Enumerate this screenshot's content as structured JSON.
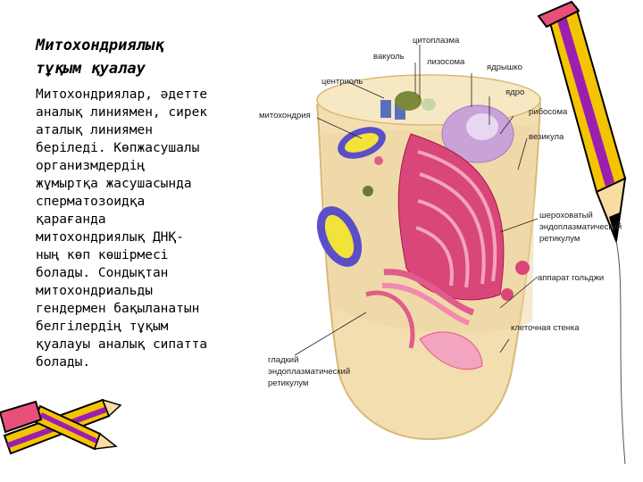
{
  "slide": {
    "title_line1": "Митохондриялық",
    "title_line2": "тұқым қуалау",
    "body_lines": [
      "Митохондриялар, әдетте",
      "аналық линиямен, сирек",
      "аталық линиямен",
      "беріледі. Көпжасушалы",
      "организмдердің",
      "жұмыртқа жасушасында",
      "сперматозоидқа",
      "қарағанда",
      "митохондриялық ДНҚ-",
      "ның көп көшірмесі",
      "болады. Сондықтан",
      "митохондриальды",
      "гендермен бақыланатын",
      "белгілердің тұқым",
      "қуалауы аналық сипатта",
      "болады."
    ]
  },
  "diagram": {
    "labels": {
      "cytoplasm": "цитоплазма",
      "vacuole": "вакуоль",
      "lysosome": "лизосома",
      "nucleolus": "ядрышко",
      "centriole": "центриоль",
      "nucleus": "ядро",
      "mitochondria": "митохондрия",
      "ribosome": "рибосома",
      "vesicle": "везикула",
      "smooth_er_1": "шероховатый",
      "smooth_er_2": "эндоплазматический",
      "smooth_er_3": "ретикулум",
      "golgi": "аппарат гольджи",
      "cell_membrane": "клеточная стенка",
      "rough_er_1": "гладкий",
      "rough_er_2": "эндоплазматический",
      "rough_er_3": "ретикулум"
    }
  },
  "colors": {
    "cell_fill": "#f3deb0",
    "cell_edge": "#d9b878",
    "er_pink": "#d9467a",
    "nucleus_purple": "#c9a2d8",
    "mito_blue": "#5a4fc9",
    "mito_yellow": "#f2e23a",
    "pencil_yellow": "#f5c400",
    "pencil_stripe": "#9a1fb0",
    "eraser_pink": "#e8507a"
  }
}
